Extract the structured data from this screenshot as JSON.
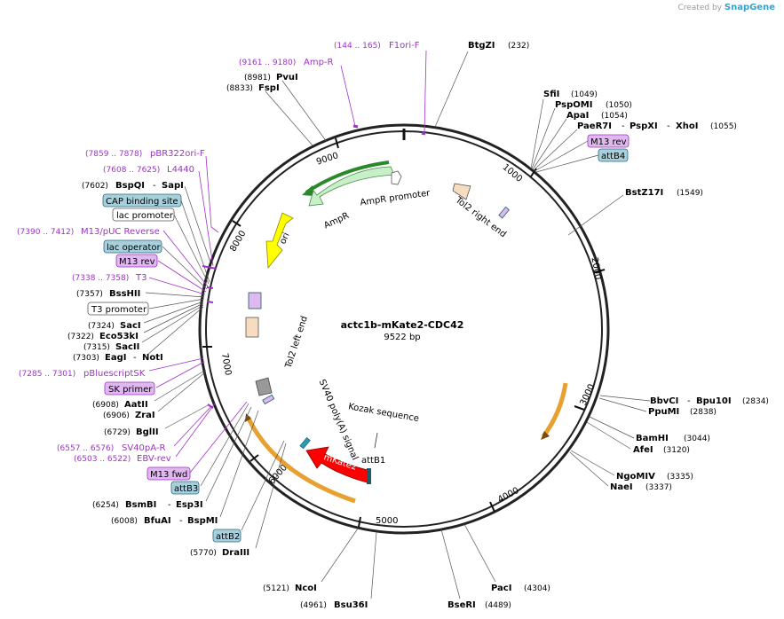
{
  "brand": {
    "prefix": "Created by",
    "name": "SnapGene"
  },
  "plasmid": {
    "name": "actc1b-mKate2-CDC42",
    "size_label": "9522 bp",
    "length": 9522
  },
  "ticks": [
    "1000",
    "2000",
    "3000",
    "4000",
    "5000",
    "6000",
    "7000",
    "8000",
    "9000"
  ],
  "sites": [
    {
      "name": "BtgZI",
      "pos": "(232)"
    },
    {
      "name": "SfiI",
      "pos": "(1049)"
    },
    {
      "name": "PspOMI",
      "pos": "(1050)"
    },
    {
      "name": "ApaI",
      "pos": "(1054)"
    },
    {
      "name": "PaeR7I",
      "name2": "PspXI",
      "name3": "XhoI",
      "pos": "(1055)"
    },
    {
      "name": "BstZ17I",
      "pos": "(1549)"
    },
    {
      "name": "BbvCI",
      "name2": "Bpu10I",
      "pos": "(2834)"
    },
    {
      "name": "PpuMI",
      "pos": "(2838)"
    },
    {
      "name": "BamHI",
      "pos": "(3044)"
    },
    {
      "name": "AfeI",
      "pos": "(3120)"
    },
    {
      "name": "NgoMIV",
      "pos": "(3335)"
    },
    {
      "name": "NaeI",
      "pos": "(3337)"
    },
    {
      "name": "PacI",
      "pos": "(4304)"
    },
    {
      "name": "BseRI",
      "pos": "(4489)"
    },
    {
      "name": "Bsu36I",
      "pos": "(4961)"
    },
    {
      "name": "NcoI",
      "pos": "(5121)"
    },
    {
      "name": "DraIII",
      "pos": "(5770)"
    },
    {
      "name": "BfuAI",
      "name2": "BspMI",
      "pos": "(6008)"
    },
    {
      "name": "BsmBI",
      "name2": "Esp3I",
      "pos": "(6254)"
    },
    {
      "name": "BglII",
      "pos": "(6729)"
    },
    {
      "name": "ZraI",
      "pos": "(6906)"
    },
    {
      "name": "AatII",
      "pos": "(6908)"
    },
    {
      "name": "EagI",
      "name2": "NotI",
      "pos": "(7303)"
    },
    {
      "name": "SacII",
      "pos": "(7315)"
    },
    {
      "name": "Eco53kI",
      "pos": "(7322)"
    },
    {
      "name": "SacI",
      "pos": "(7324)"
    },
    {
      "name": "BssHII",
      "pos": "(7357)"
    },
    {
      "name": "BspQI",
      "name2": "SapI",
      "pos": "(7602)"
    },
    {
      "name": "FspI",
      "pos": "(8833)"
    },
    {
      "name": "PvuI",
      "pos": "(8981)"
    }
  ],
  "primers": [
    {
      "name": "F1ori-F",
      "pos": "(144 .. 165)"
    },
    {
      "name": "Amp-R",
      "pos": "(9161 .. 9180)"
    },
    {
      "name": "pBR322ori-F",
      "pos": "(7859 .. 7878)"
    },
    {
      "name": "L4440",
      "pos": "(7608 .. 7625)"
    },
    {
      "name": "M13/pUC Reverse",
      "pos": "(7390 .. 7412)"
    },
    {
      "name": "T3",
      "pos": "(7338 .. 7358)"
    },
    {
      "name": "pBluescriptSK",
      "pos": "(7285 .. 7301)"
    },
    {
      "name": "SV40pA-R",
      "pos": "(6557 .. 6576)"
    },
    {
      "name": "EBV-rev",
      "pos": "(6503 .. 6522)"
    }
  ],
  "boxed": [
    {
      "name": "M13 rev",
      "style": "primer"
    },
    {
      "name": "attB4",
      "style": "site"
    },
    {
      "name": "CAP binding site",
      "style": "site"
    },
    {
      "name": "lac promoter",
      "style": "promoter"
    },
    {
      "name": "lac operator",
      "style": "site"
    },
    {
      "name": "M13 rev",
      "style": "primer"
    },
    {
      "name": "T3 promoter",
      "style": "promoter"
    },
    {
      "name": "SK primer",
      "style": "primer"
    },
    {
      "name": "M13 fwd",
      "style": "primer"
    },
    {
      "name": "attB3",
      "style": "site"
    },
    {
      "name": "attB2",
      "style": "site"
    }
  ],
  "features": {
    "ampr": "AmpR",
    "ampr_promoter": "AmpR promoter",
    "tol2_right": "Tol2 right end",
    "tol2_left": "Tol2 left end",
    "ori": "ori",
    "sv40": "SV40 poly(A) signal",
    "kozak": "Kozak sequence",
    "attb1": "attB1",
    "mkate2": "mKate2"
  },
  "colors": {
    "primer_fill": "#e0b8f0",
    "primer_stroke": "#a030c8",
    "site_fill": "#a8d0dc",
    "site_stroke": "#2a6a80",
    "promoter_fill": "#ffffff",
    "ampr": "#c8f0c8",
    "ori": "#ffff00",
    "mkate2": "#ff0000",
    "orange_arc": "#e8a030",
    "green_arc": "#2a8a2a",
    "tol2": "#f8dcc0"
  }
}
